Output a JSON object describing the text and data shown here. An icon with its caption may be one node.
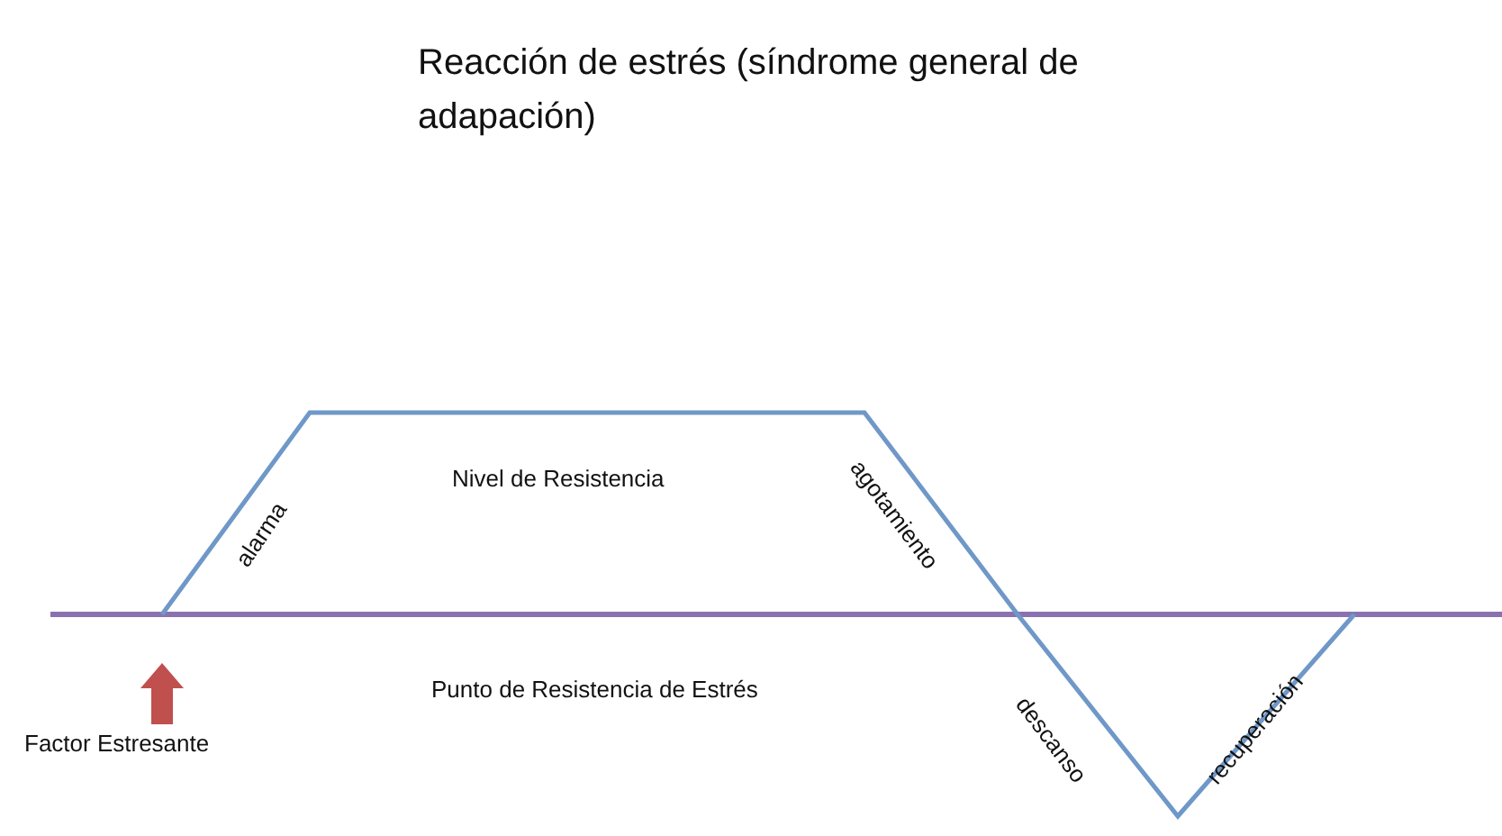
{
  "diagram": {
    "title": "Reacción de estrés (síndrome general de adapación)",
    "labels": [
      "Nivel de Resistencia",
      "alarma",
      "agotamiento",
      "Punto de Resistencia de Estrés",
      "descanso",
      "recuperación",
      "Factor Estresante"
    ]
  }
}
